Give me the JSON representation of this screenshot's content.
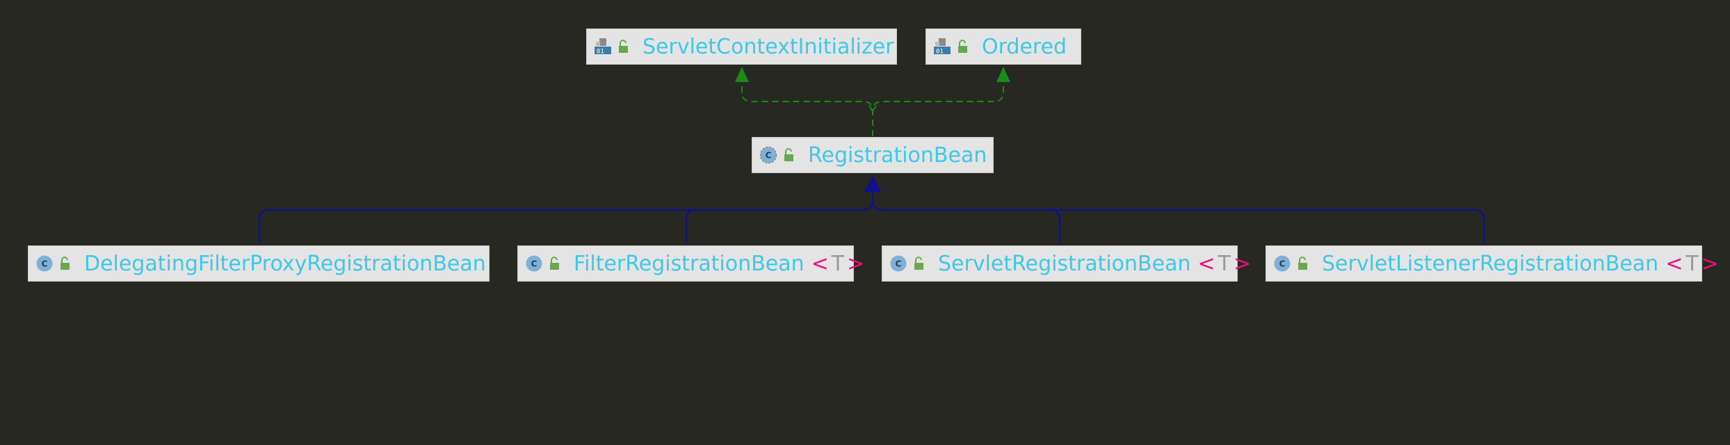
{
  "colors": {
    "background": "#272822",
    "node_fill": "#e4e4e4",
    "class_name": "#3fc8e6",
    "generic_bracket": "#e8107a",
    "generic_param": "#9a9a9a",
    "implements_edge": "#1a8a1a",
    "extends_edge": "#10108a"
  },
  "nodes": {
    "servlet_context_initializer": {
      "name": "ServletContextInitializer",
      "kind": "interface",
      "icon": "interface-icon"
    },
    "ordered": {
      "name": "Ordered",
      "kind": "interface",
      "icon": "interface-icon"
    },
    "registration_bean": {
      "name": "RegistrationBean",
      "kind": "abstract-class",
      "icon": "abstract-class-icon"
    },
    "delegating_filter": {
      "name": "DelegatingFilterProxyRegistrationBean",
      "kind": "class",
      "icon": "class-icon"
    },
    "filter_registration": {
      "name": "FilterRegistrationBean",
      "kind": "class",
      "icon": "class-icon",
      "generic_open": "<",
      "generic_param": "T",
      "generic_close": ">"
    },
    "servlet_registration": {
      "name": "ServletRegistrationBean",
      "kind": "class",
      "icon": "class-icon",
      "generic_open": "<",
      "generic_param": "T",
      "generic_close": ">"
    },
    "servlet_listener_registration": {
      "name": "ServletListenerRegistrationBean",
      "kind": "class",
      "icon": "class-icon",
      "generic_open": "<",
      "generic_param": "T",
      "generic_close": ">"
    }
  },
  "edges": [
    {
      "from": "registration_bean",
      "to": "servlet_context_initializer",
      "type": "implements"
    },
    {
      "from": "registration_bean",
      "to": "ordered",
      "type": "implements"
    },
    {
      "from": "delegating_filter",
      "to": "registration_bean",
      "type": "extends"
    },
    {
      "from": "filter_registration",
      "to": "registration_bean",
      "type": "extends"
    },
    {
      "from": "servlet_registration",
      "to": "registration_bean",
      "type": "extends"
    },
    {
      "from": "servlet_listener_registration",
      "to": "registration_bean",
      "type": "extends"
    }
  ]
}
